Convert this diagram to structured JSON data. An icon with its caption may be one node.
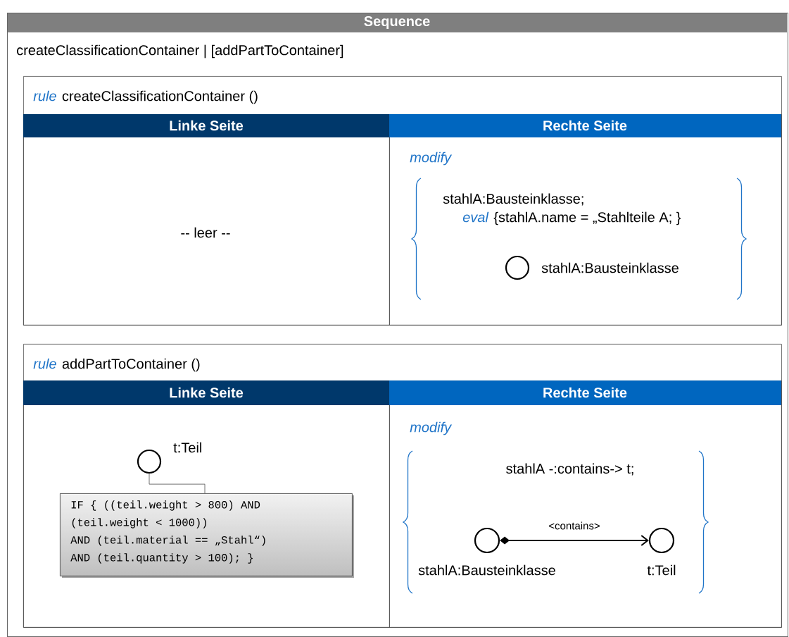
{
  "diagram": {
    "nodes": [
      {
        "text": [
          "Sequence",
          "createClassificationContainer | [addPartToContainer]"
        ]
      },
      {
        "text": [
          "rule",
          "createClassificationContainer ()"
        ],
        "in": 0
      },
      {
        "text": [
          "Linke Seite",
          "-- leer --"
        ],
        "in": 1
      },
      {
        "text": [
          "Rechte Seite",
          "modify",
          "stahlA:Bausteinklasse;",
          "eval",
          "{stahlA.name = „Stahlteile A; }"
        ],
        "in": 1
      },
      {
        "text": [],
        "shape": "circle",
        "in": 3,
        "beside": [
          "stahlA:Bausteinklasse"
        ]
      },
      {
        "text": [
          "rule",
          "addPartToContainer ()"
        ],
        "in": 0
      },
      {
        "text": [
          "Linke Seite"
        ],
        "in": 5
      },
      {
        "text": [],
        "shape": "circle",
        "in": 6,
        "beside": [
          "t:Teil"
        ]
      },
      {
        "text": [
          "IF { ((teil.weight > 800) AND",
          "(teil.weight < 1000))",
          "AND (teil.material == „Stahl“)",
          "AND (teil.quantity > 100); }"
        ],
        "in": 6
      },
      {
        "text": [
          "Rechte Seite",
          "modify",
          "stahlA -:contains-> t;"
        ],
        "in": 5
      },
      {
        "text": [],
        "shape": "circle",
        "in": 9,
        "beside": [
          "stahlA:Bausteinklasse"
        ]
      },
      {
        "text": [],
        "shape": "circle",
        "in": 9,
        "beside": [
          "t:Teil"
        ]
      }
    ],
    "edges": [
      {
        "from": 7,
        "to": 8,
        "arrow": "none"
      },
      {
        "from": 10,
        "to": 11,
        "arrow": "to",
        "label": "<contains>"
      }
    ]
  }
}
